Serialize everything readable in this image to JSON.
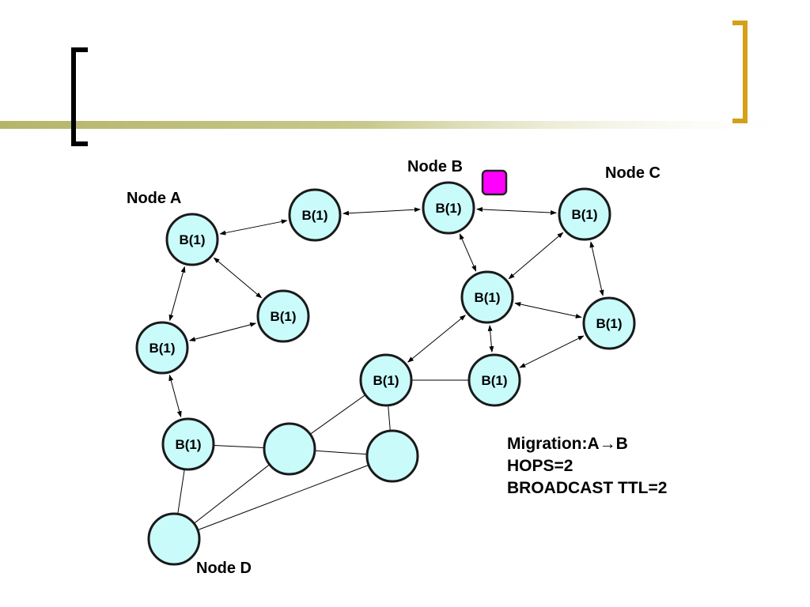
{
  "labels": {
    "node_a": "Node A",
    "node_b": "Node B",
    "node_c": "Node C",
    "node_d": "Node D"
  },
  "info": {
    "migration": "Migration:A→B",
    "hops": "HOPS=2",
    "broadcast": "BROADCAST TTL=2"
  },
  "nodes": [
    {
      "id": "a",
      "label": "B(1)"
    },
    {
      "id": "n2",
      "label": "B(1)"
    },
    {
      "id": "b",
      "label": "B(1)"
    },
    {
      "id": "c",
      "label": "B(1)"
    },
    {
      "id": "n5",
      "label": "B(1)"
    },
    {
      "id": "n6",
      "label": "B(1)"
    },
    {
      "id": "n7",
      "label": "B(1)"
    },
    {
      "id": "n8",
      "label": "B(1)"
    },
    {
      "id": "n9",
      "label": "B(1)"
    },
    {
      "id": "n10",
      "label": "B(1)"
    },
    {
      "id": "n11",
      "label": "B(1)"
    },
    {
      "id": "e1",
      "label": ""
    },
    {
      "id": "e2",
      "label": ""
    },
    {
      "id": "d",
      "label": ""
    }
  ],
  "edges": [
    {
      "from": "a",
      "to": "n2",
      "arrow": true
    },
    {
      "from": "n2",
      "to": "b",
      "arrow": true
    },
    {
      "from": "b",
      "to": "c",
      "arrow": true
    },
    {
      "from": "a",
      "to": "n5",
      "arrow": true
    },
    {
      "from": "a",
      "to": "n6",
      "arrow": true
    },
    {
      "from": "n5",
      "to": "n6",
      "arrow": true
    },
    {
      "from": "n6",
      "to": "n11",
      "arrow": true
    },
    {
      "from": "b",
      "to": "n7",
      "arrow": true
    },
    {
      "from": "c",
      "to": "n7",
      "arrow": true
    },
    {
      "from": "c",
      "to": "n8",
      "arrow": true
    },
    {
      "from": "n7",
      "to": "n8",
      "arrow": true
    },
    {
      "from": "n7",
      "to": "n9",
      "arrow": true
    },
    {
      "from": "n7",
      "to": "n10",
      "arrow": true
    },
    {
      "from": "n9",
      "to": "n8",
      "arrow": true
    },
    {
      "from": "n10",
      "to": "n9",
      "arrow": false
    },
    {
      "from": "n10",
      "to": "e1",
      "arrow": false
    },
    {
      "from": "n10",
      "to": "e2",
      "arrow": false
    },
    {
      "from": "n11",
      "to": "e1",
      "arrow": false
    },
    {
      "from": "e1",
      "to": "e2",
      "arrow": false
    },
    {
      "from": "n11",
      "to": "d",
      "arrow": false
    },
    {
      "from": "e1",
      "to": "d",
      "arrow": false
    },
    {
      "from": "e2",
      "to": "d",
      "arrow": false
    }
  ],
  "colors": {
    "node_fill": "#c9fbfb",
    "node_stroke": "#1a1a1a",
    "marker_fill": "#ff00ff",
    "bracket_left": "#000000",
    "bracket_right": "#d4a017",
    "band": "#b8b86a"
  }
}
